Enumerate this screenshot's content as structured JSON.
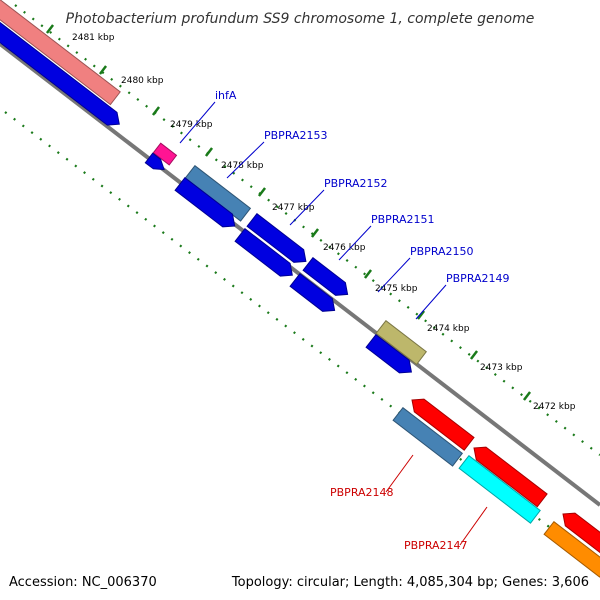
{
  "title": "Photobacterium profundum SS9 chromosome 1, complete genome",
  "footer": {
    "accession": "Accession: NC_006370",
    "summary": "Topology: circular; Length: 4,085,304 bp; Genes: 3,606"
  },
  "colors": {
    "backbone": "#777777",
    "tick": "#1a7a1a",
    "forward_label": "#0000cc",
    "reverse_label": "#cc0000"
  },
  "ticks": [
    {
      "kbp": 2481,
      "label": "2481 kbp"
    },
    {
      "kbp": 2480,
      "label": "2480 kbp"
    },
    {
      "kbp": 2479,
      "label": "2479 kbp"
    },
    {
      "kbp": 2478,
      "label": "2478 kbp"
    },
    {
      "kbp": 2477,
      "label": "2477 kbp"
    },
    {
      "kbp": 2476,
      "label": "2476 kbp"
    },
    {
      "kbp": 2475,
      "label": "2475 kbp"
    },
    {
      "kbp": 2474,
      "label": "2474 kbp"
    },
    {
      "kbp": 2473,
      "label": "2473 kbp"
    },
    {
      "kbp": 2472,
      "label": "2472 kbp"
    }
  ],
  "features": [
    {
      "id": "f1",
      "strand": "forward",
      "color": "#f08080"
    },
    {
      "id": "f2",
      "strand": "forward",
      "color": "#0000e0"
    },
    {
      "id": "f3",
      "strand": "forward",
      "color": "#ff1493",
      "name": "ihfA"
    },
    {
      "id": "f4",
      "strand": "forward",
      "color": "#0000e0"
    },
    {
      "id": "f5",
      "strand": "forward",
      "color": "#4682b4",
      "name": "PBPRA2153"
    },
    {
      "id": "f6",
      "strand": "forward",
      "color": "#0000e0"
    },
    {
      "id": "f7",
      "strand": "forward",
      "color": "#0000e0",
      "name": "PBPRA2152"
    },
    {
      "id": "f8",
      "strand": "forward",
      "color": "#0000e0",
      "name": "PBPRA2151"
    },
    {
      "id": "f9",
      "strand": "forward",
      "color": "#0000e0"
    },
    {
      "id": "f10",
      "strand": "forward",
      "color": "#0000e0"
    },
    {
      "id": "f11",
      "strand": "forward",
      "color": "#bdb76b",
      "name": "PBPRA2149"
    },
    {
      "id": "f12",
      "strand": "forward",
      "color": "#0000e0",
      "name": "PBPRA2150"
    },
    {
      "id": "f13",
      "strand": "reverse",
      "color": "#ff0000"
    },
    {
      "id": "f14",
      "strand": "reverse",
      "color": "#4682b4",
      "name": "PBPRA2148"
    },
    {
      "id": "f15",
      "strand": "reverse",
      "color": "#ff0000"
    },
    {
      "id": "f16",
      "strand": "reverse",
      "color": "#00ffff",
      "name": "PBPRA2147"
    },
    {
      "id": "f17",
      "strand": "reverse",
      "color": "#ff0000"
    },
    {
      "id": "f18",
      "strand": "reverse",
      "color": "#ff8c00"
    }
  ]
}
